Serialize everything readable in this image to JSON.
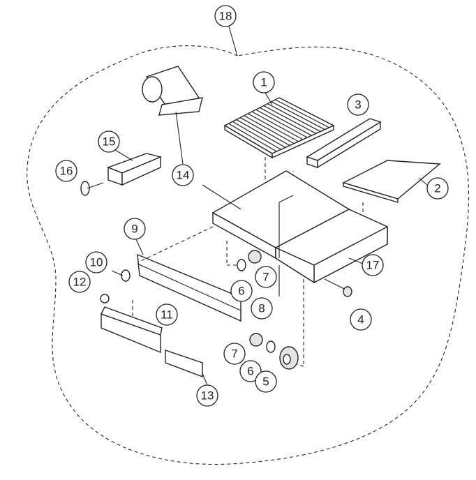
{
  "diagram": {
    "type": "exploded parts diagram",
    "callouts": [
      "18",
      "1",
      "3",
      "15",
      "16",
      "14",
      "2",
      "9",
      "10",
      "17",
      "7",
      "6",
      "12",
      "8",
      "11",
      "4",
      "7",
      "6",
      "5",
      "13"
    ]
  }
}
